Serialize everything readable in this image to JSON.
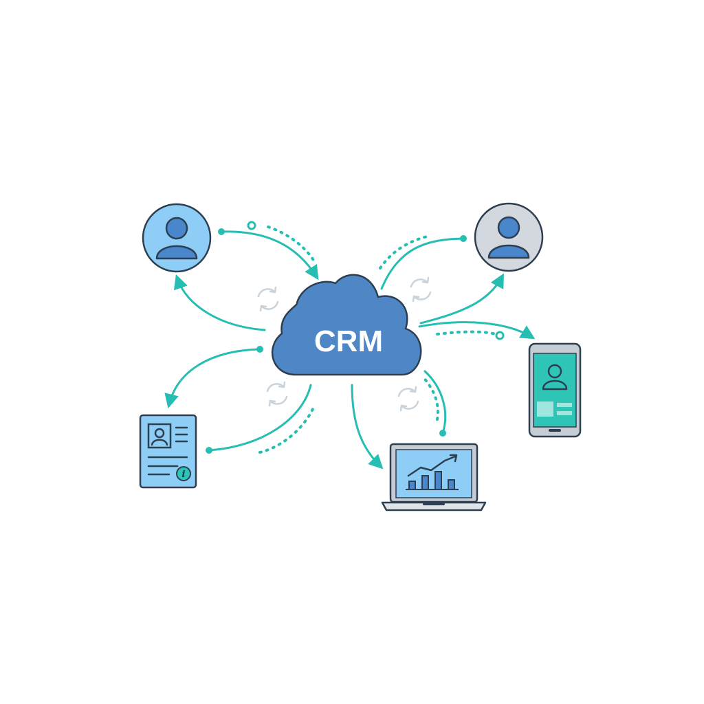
{
  "hub": {
    "label": "CRM",
    "icon": "cloud-icon"
  },
  "nodes": [
    {
      "id": "customer-top-left",
      "icon": "user-avatar-icon",
      "bg": "#8ecdf5"
    },
    {
      "id": "customer-top-right",
      "icon": "user-avatar-icon",
      "bg": "#d3d8de"
    },
    {
      "id": "mobile-app",
      "icon": "smartphone-contact-icon",
      "bg": "#2ec4b6"
    },
    {
      "id": "contact-record",
      "icon": "contact-card-document-icon",
      "bg": "#8ecdf5"
    },
    {
      "id": "analytics-laptop",
      "icon": "laptop-analytics-chart-icon",
      "bg": "#8ecdf5"
    }
  ],
  "colors": {
    "cloud": "#4f86c6",
    "outline": "#2d3e50",
    "connector": "#26bdb3",
    "sync": "#c9d3db",
    "avatar": "#4a86cc",
    "screen_teal": "#2ec4b6"
  },
  "sync_icons": [
    "sync-icon",
    "sync-icon",
    "sync-icon",
    "sync-icon"
  ]
}
